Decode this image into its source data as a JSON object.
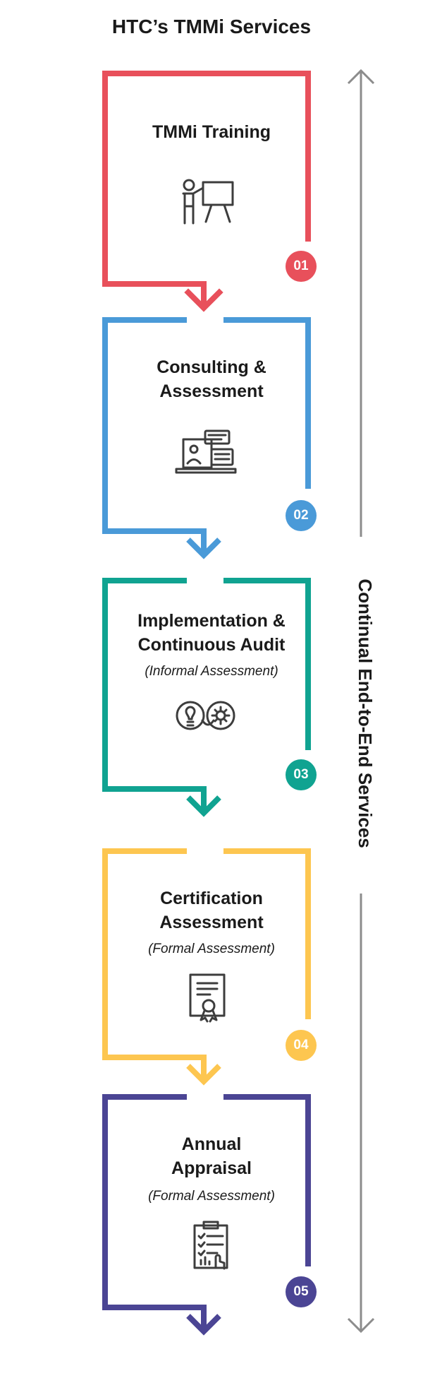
{
  "header": {
    "title": "HTC’s TMMi Services"
  },
  "side_label": "Continual End-to-End Services",
  "steps": [
    {
      "number": "01",
      "title_lines": [
        "TMMi Training"
      ],
      "subtitle": "",
      "icon": "presenter-board-icon",
      "color": "#e8505b"
    },
    {
      "number": "02",
      "title_lines": [
        "Consulting &",
        "Assessment"
      ],
      "subtitle": "",
      "icon": "consulting-laptop-chat-icon",
      "color": "#4a9ad8"
    },
    {
      "number": "03",
      "title_lines": [
        "Implementation &",
        "Continuous Audit"
      ],
      "subtitle": "(Informal Assessment)",
      "icon": "idea-gear-cycle-icon",
      "color": "#10a391"
    },
    {
      "number": "04",
      "title_lines": [
        "Certification",
        "Assessment"
      ],
      "subtitle": "(Formal Assessment)",
      "icon": "certificate-icon",
      "color": "#fdc650"
    },
    {
      "number": "05",
      "title_lines": [
        "Annual",
        "Appraisal"
      ],
      "subtitle": "(Formal Assessment)",
      "icon": "clipboard-checklist-icon",
      "color": "#4b4594"
    }
  ],
  "colors": {
    "timeline_arrow": "#8c8c8c",
    "text": "#1a1a1a"
  }
}
